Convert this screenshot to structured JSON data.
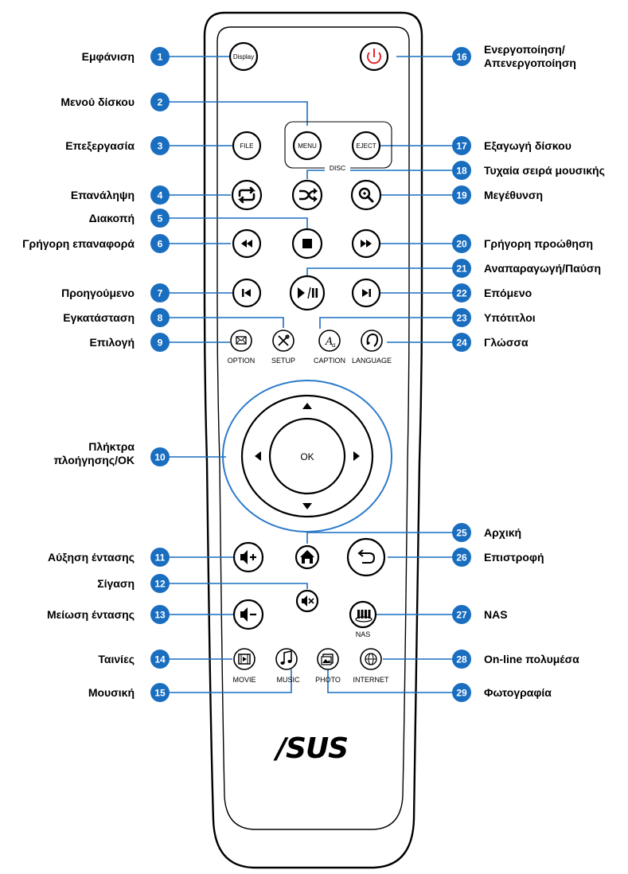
{
  "remote": {
    "button_text": {
      "display": "Display",
      "file": "FILE",
      "menu": "MENU",
      "eject": "EJECT",
      "disc": "DISC",
      "ok": "OK",
      "option": "OPTION",
      "setup": "SETUP",
      "caption": "CAPTION",
      "language": "LANGUAGE",
      "nas": "NAS",
      "movie": "MOVIE",
      "music": "MUSIC",
      "photo": "PHOTO",
      "internet": "INTERNET"
    },
    "logo": "/SUS",
    "colors": {
      "badge": "#1a6ec0",
      "leader": "#1a6ec0",
      "nav_ring": "#2b7bc9",
      "power": "#e5262b"
    }
  },
  "callouts": {
    "c1": {
      "num": "1",
      "label": "Εμφάνιση"
    },
    "c2": {
      "num": "2",
      "label": "Μενού δίσκου"
    },
    "c3": {
      "num": "3",
      "label": "Επεξεργασία"
    },
    "c4": {
      "num": "4",
      "label": "Επανάληψη"
    },
    "c5": {
      "num": "5",
      "label": "Διακοπή"
    },
    "c6": {
      "num": "6",
      "label": "Γρήγορη επαναφορά"
    },
    "c7": {
      "num": "7",
      "label": "Προηγούμενο"
    },
    "c8": {
      "num": "8",
      "label": "Εγκατάσταση"
    },
    "c9": {
      "num": "9",
      "label": "Επιλογή"
    },
    "c10": {
      "num": "10",
      "label_line1": "Πλήκτρα",
      "label_line2": "πλοήγησης/OK"
    },
    "c11": {
      "num": "11",
      "label": "Αύξηση έντασης"
    },
    "c12": {
      "num": "12",
      "label": "Σίγαση"
    },
    "c13": {
      "num": "13",
      "label": "Μείωση έντασης"
    },
    "c14": {
      "num": "14",
      "label": "Ταινίες"
    },
    "c15": {
      "num": "15",
      "label": "Μουσική"
    },
    "c16": {
      "num": "16",
      "label_line1": "Ενεργοποίηση/",
      "label_line2": "Απενεργοποίηση"
    },
    "c17": {
      "num": "17",
      "label": "Εξαγωγή δίσκου"
    },
    "c18": {
      "num": "18",
      "label": "Τυχαία σειρά μουσικής"
    },
    "c19": {
      "num": "19",
      "label": "Μεγέθυνση"
    },
    "c20": {
      "num": "20",
      "label": "Γρήγορη προώθηση"
    },
    "c21": {
      "num": "21",
      "label": "Αναπαραγωγή/Παύση"
    },
    "c22": {
      "num": "22",
      "label": "Επόμενο"
    },
    "c23": {
      "num": "23",
      "label": "Υπότιτλοι"
    },
    "c24": {
      "num": "24",
      "label": "Γλώσσα"
    },
    "c25": {
      "num": "25",
      "label": "Αρχική"
    },
    "c26": {
      "num": "26",
      "label": "Επιστροφή"
    },
    "c27": {
      "num": "27",
      "label": "NAS"
    },
    "c28": {
      "num": "28",
      "label": "On-line πολυμέσα"
    },
    "c29": {
      "num": "29",
      "label": "Φωτογραφία"
    }
  }
}
